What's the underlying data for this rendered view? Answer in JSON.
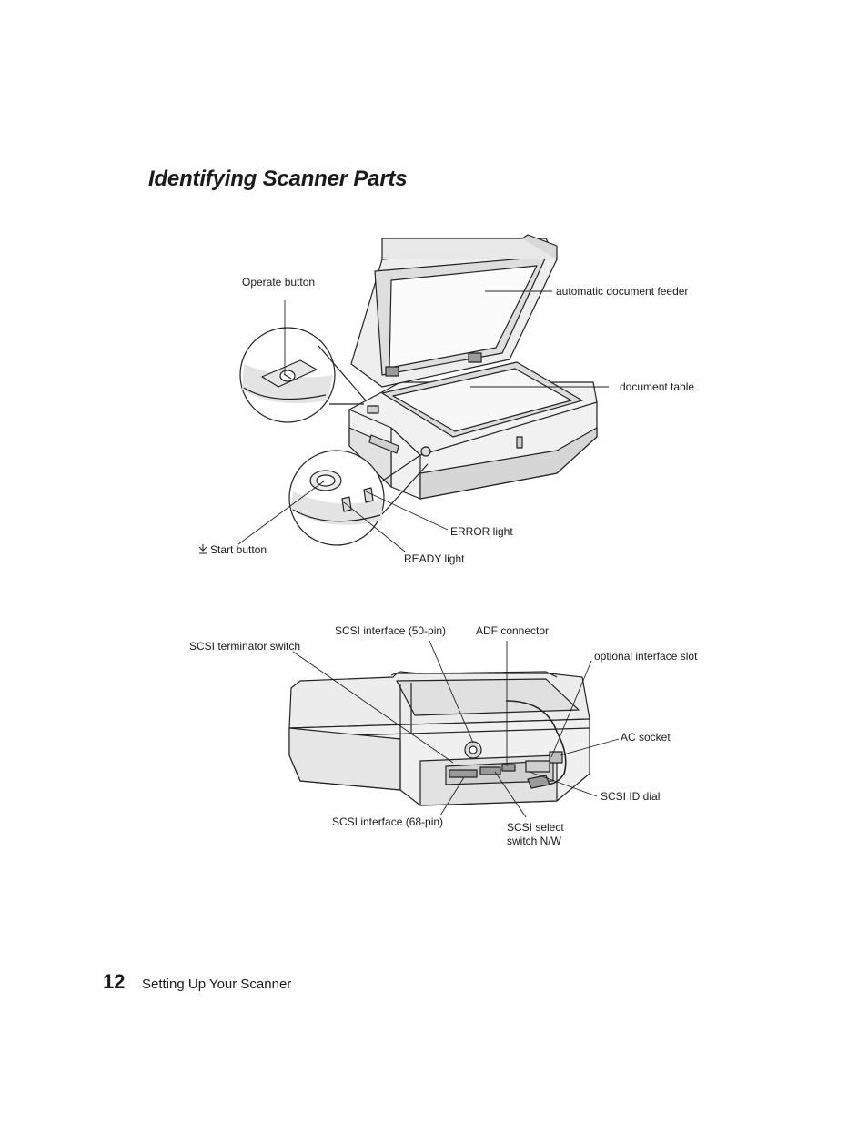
{
  "page": {
    "title": "Identifying Scanner Parts",
    "footer": {
      "page_number": "12",
      "section": "Setting Up Your Scanner"
    }
  },
  "figure_top": {
    "labels": {
      "operate_button": "Operate button",
      "adf": "automatic document feeder",
      "document_table": "document table",
      "error_light": "ERROR light",
      "start_button": "Start button",
      "ready_light": "READY light"
    },
    "icons": {
      "start_button": "start-icon"
    }
  },
  "figure_bottom": {
    "labels": {
      "scsi_terminator": "SCSI terminator switch",
      "scsi_50": "SCSI interface (50-pin)",
      "adf_connector": "ADF connector",
      "optional_slot": "optional interface slot",
      "ac_socket": "AC socket",
      "scsi_id": "SCSI ID dial",
      "scsi_68": "SCSI interface (68-pin)",
      "scsi_select_1": "SCSI select",
      "scsi_select_2": "switch N/W"
    }
  }
}
